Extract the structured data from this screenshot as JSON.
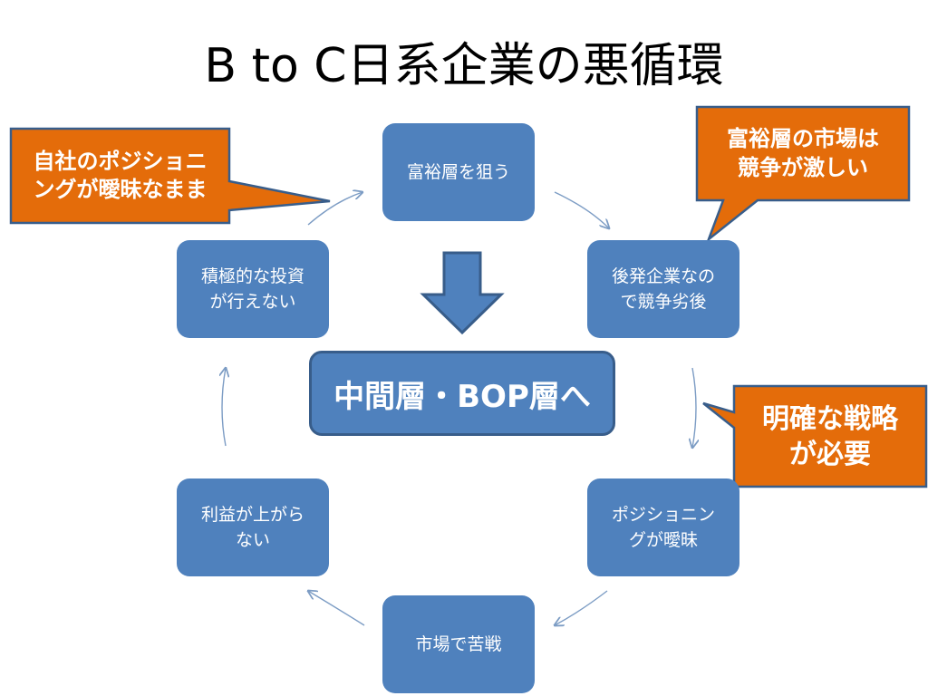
{
  "title": "B to C日系企業の悪循環",
  "cycle": {
    "nodes": [
      "富裕層を狙う",
      "後発企業なの\nで競争劣後",
      "ポジショニン\nグが曖昧",
      "市場で苦戦",
      "利益が上がら\nない",
      "積極的な投資\nが行えない"
    ]
  },
  "center": {
    "label": "中間層・BOP層へ"
  },
  "callouts": {
    "left": "自社のポジショニ\nングが曖昧なまま",
    "top_right": "富裕層の市場は\n競争が激しい",
    "mid_right": "明確な戦略\nが必要"
  },
  "colors": {
    "node_fill": "#4f81bd",
    "node_border": "#385d8a",
    "callout_fill": "#e46c0a",
    "callout_border": "#385d8a",
    "cycle_arrow": "#7c9cc4"
  }
}
